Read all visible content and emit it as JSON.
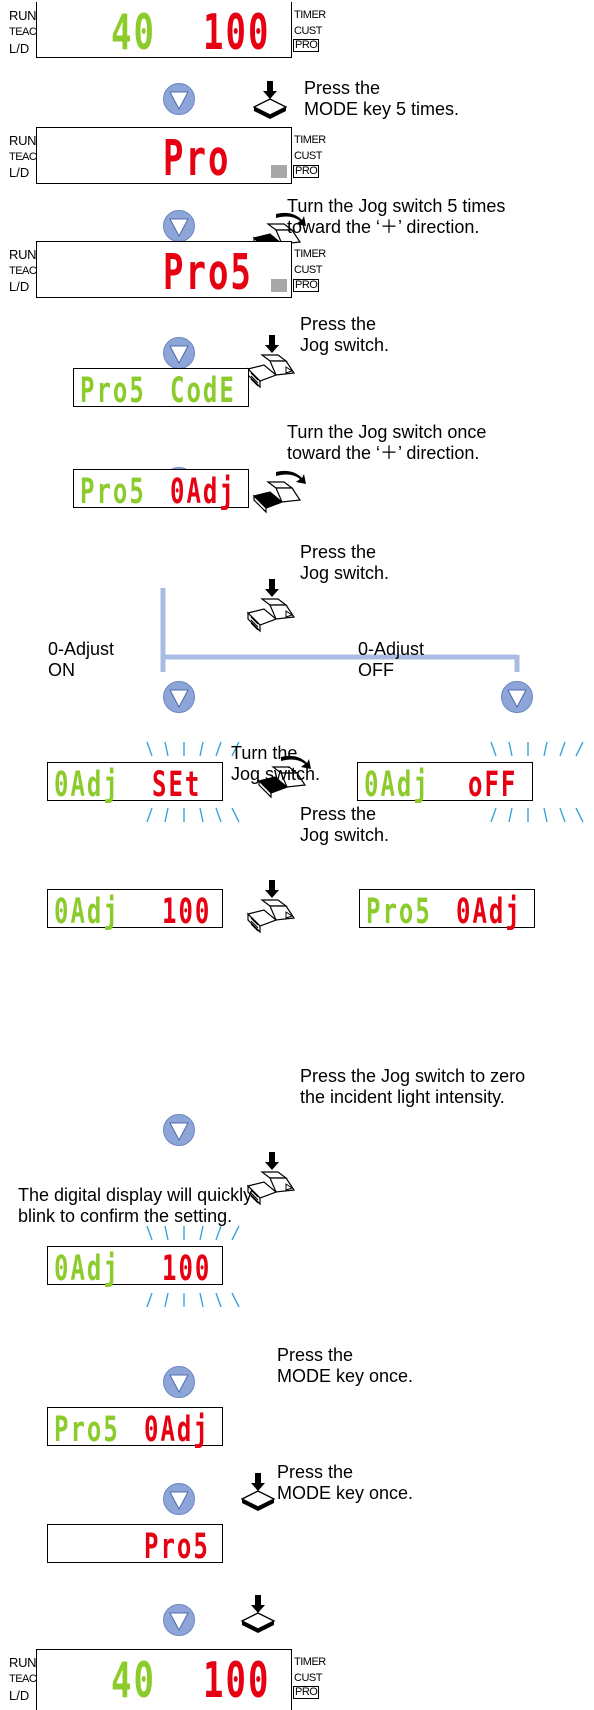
{
  "sidebar_labels": {
    "run": "RUN",
    "teach": "TEACH",
    "ld": "L/D",
    "timer": "TIMER",
    "cust": "CUST",
    "pro": "PRO"
  },
  "displays": {
    "d1_left": "40",
    "d1_right": "100",
    "d2_right": "Pro",
    "d3_right": "Pro5",
    "d4_left": "Pro5",
    "d4_right": "CodE",
    "d5_left": "Pro5",
    "d5_right": "0Adj",
    "d6_left": "0Adj",
    "d6_right": "SEt",
    "d7_left": "0Adj",
    "d7_right": "oFF",
    "d8_left": "0Adj",
    "d8_right": "100",
    "d9_left": "Pro5",
    "d9_right": "0Adj",
    "d10_left": "0Adj",
    "d10_right": "100",
    "d11_left": "Pro5",
    "d11_right": "0Adj",
    "d12_right": "Pro5",
    "d13_left": "40",
    "d13_right": "100"
  },
  "steps": {
    "s1": "Press the\nMODE key 5 times.",
    "s2": "Turn the Jog switch 5 times\ntoward the ‘＋’ direction.",
    "s3": "Press the\nJog switch.",
    "s4": "Turn the Jog switch once\ntoward the ‘＋’ direction.",
    "s5": "Press the\nJog switch.",
    "s6": "Turn the\nJog switch.",
    "s7": "Press the\nJog switch.",
    "s8": "Press the Jog switch to zero\nthe incident light intensity.",
    "s9": "The digital display will quickly\nblink to confirm the setting.",
    "s10": "Press the\nMODE key once.",
    "s11": "Press the\nMODE key once."
  },
  "branches": {
    "on": "0-Adjust\nON",
    "off": "0-Adjust\nOFF"
  },
  "colors": {
    "green": "#8ccb2c",
    "red": "#e60012",
    "arrow_fill": "#8ea5d8",
    "line": "#a9bbe0",
    "blink": "#3aa4d8"
  }
}
